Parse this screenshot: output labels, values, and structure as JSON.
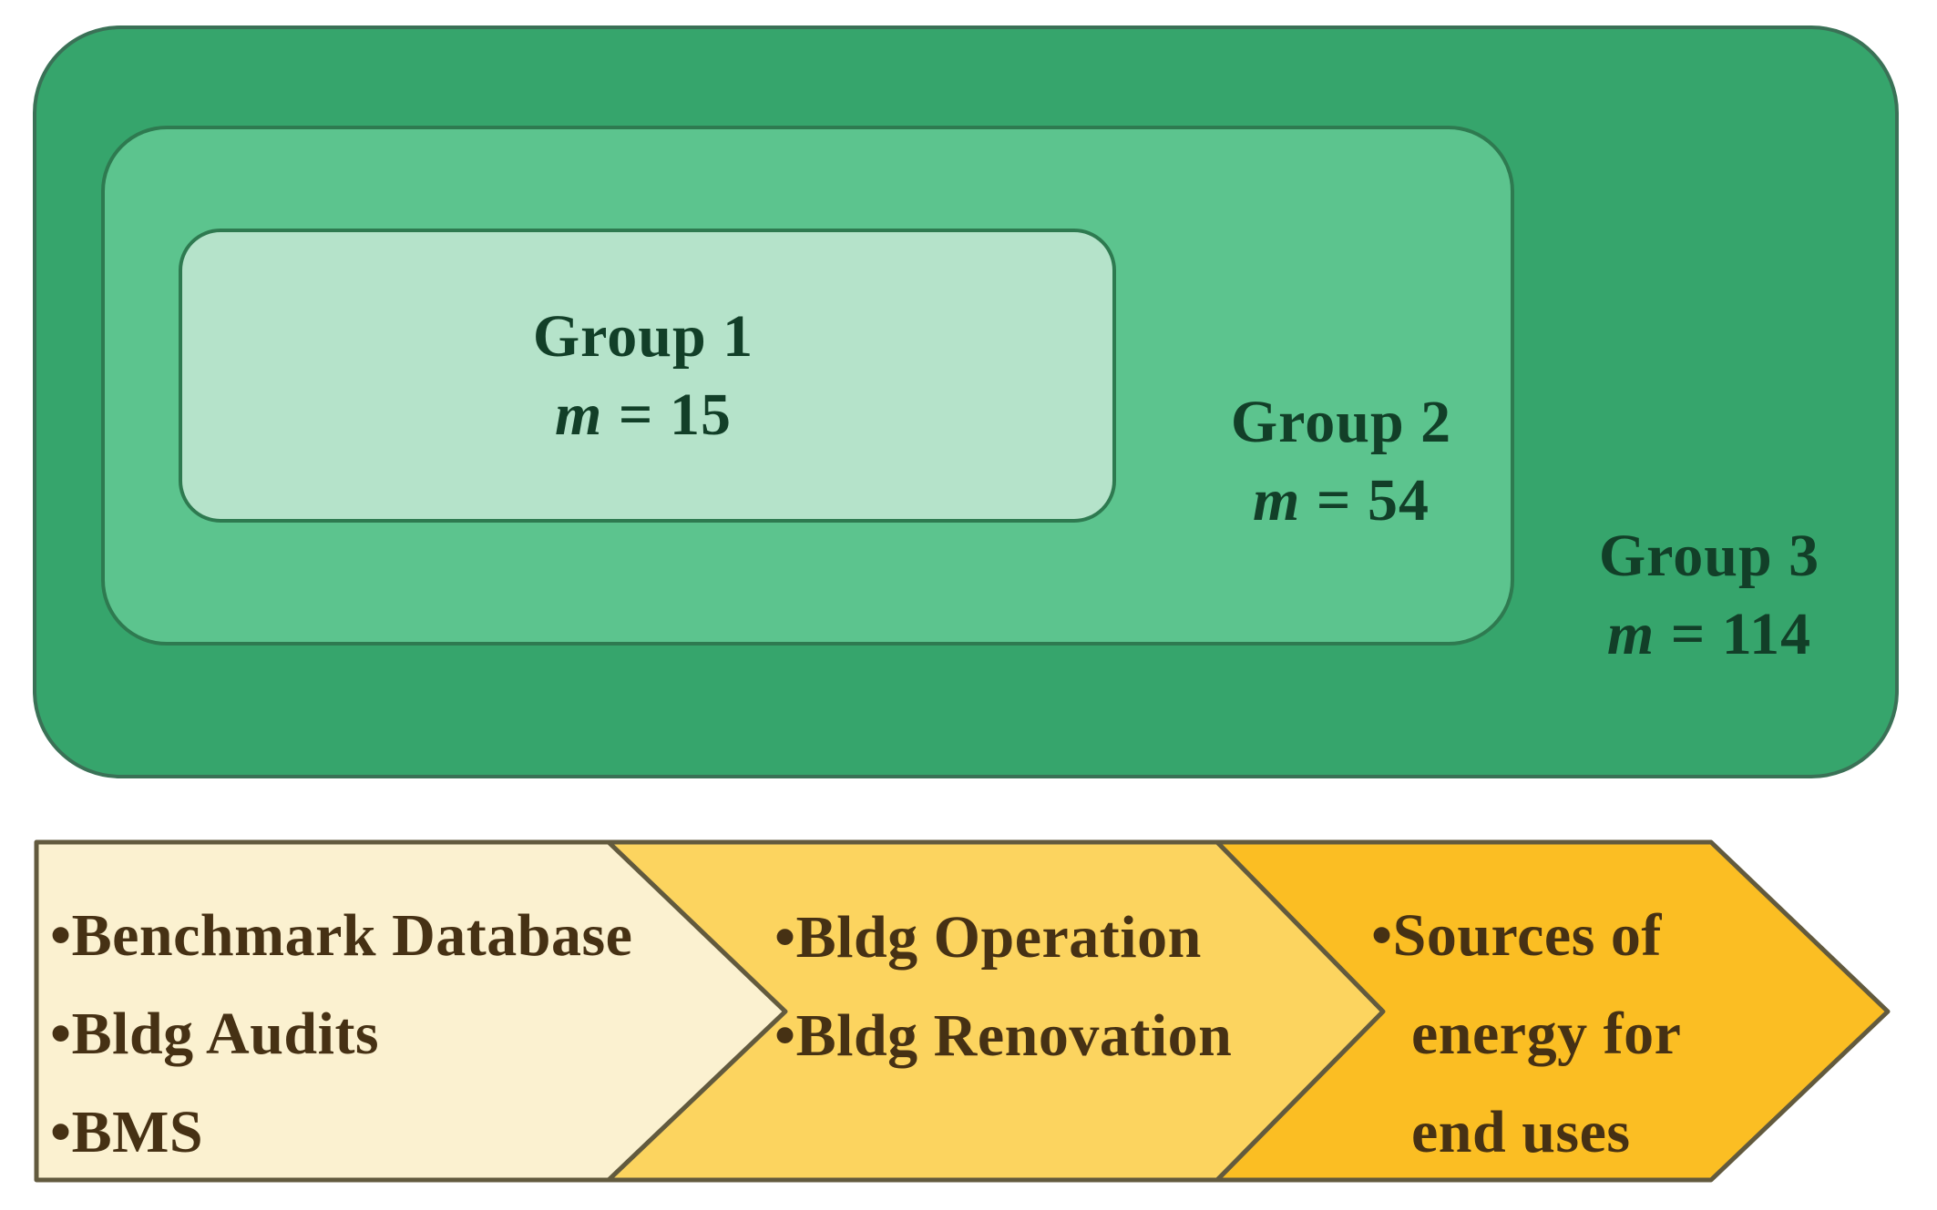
{
  "colors": {
    "background": "#ffffff",
    "group3_fill": "#36a56c",
    "group2_fill": "#5cc48e",
    "group1_fill": "#b5e3ca",
    "green_stroke": "#2e7a50",
    "green_text": "#123f28",
    "step1_fill": "#fbf1d0",
    "step2_fill": "#fcd45f",
    "step3_fill": "#fbbe23",
    "chevron_stroke": "#625a3e",
    "chevron_text": "#463114"
  },
  "groups": [
    {
      "label": "Group 1",
      "m_var": "m",
      "m_rest": " = 15"
    },
    {
      "label": "Group 2",
      "m_var": "m",
      "m_rest": " = 54"
    },
    {
      "label": "Group 3",
      "m_var": "m",
      "m_rest": " = 114"
    }
  ],
  "band": {
    "steps": [
      {
        "lines": [
          "•Benchmark Database",
          "•Bldg Audits",
          "•BMS"
        ]
      },
      {
        "lines": [
          "•Bldg Operation",
          "•Bldg Renovation"
        ]
      },
      {
        "lines": [
          "•Sources of",
          "energy for",
          "end uses"
        ]
      }
    ]
  }
}
